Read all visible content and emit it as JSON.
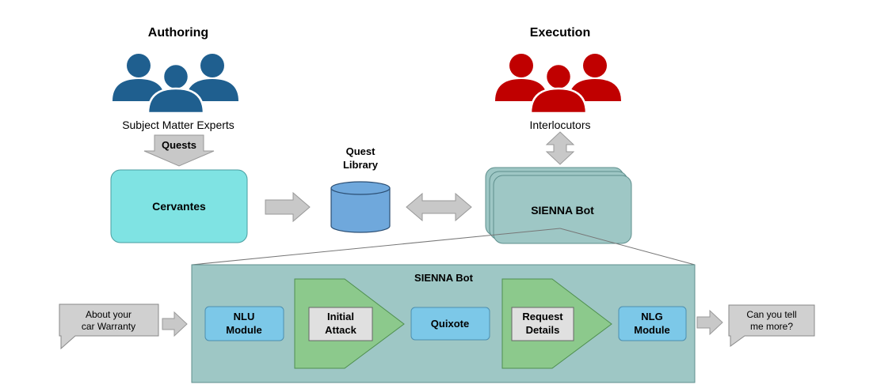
{
  "authoring": {
    "heading": "Authoring",
    "group_label": "Subject Matter Experts",
    "arrow_label": "Quests",
    "tool": "Cervantes"
  },
  "execution": {
    "heading": "Execution",
    "group_label": "Interlocutors"
  },
  "library": {
    "line1": "Quest",
    "line2": "Library"
  },
  "bot": {
    "stack_label": "SIENNA Bot",
    "detail_title": "SIENNA Bot",
    "modules": {
      "nlu_line1": "NLU",
      "nlu_line2": "Module",
      "initial_line1": "Initial",
      "initial_line2": "Attack",
      "quixote": "Quixote",
      "request_line1": "Request",
      "request_line2": "Details",
      "nlg_line1": "NLG",
      "nlg_line2": "Module"
    }
  },
  "dialogue": {
    "input_line1": "About your",
    "input_line2": "car Warranty",
    "output_line1": "Can you tell",
    "output_line2": "me more?"
  },
  "colors": {
    "authors_blue": "#1f5f8f",
    "interlocutors_red": "#c00000",
    "cervantes_cyan": "#7fe3e3",
    "library_blue": "#6fa8dc",
    "bot_teal": "#9ec7c5",
    "module_blue": "#7cc8e8",
    "strategy_green": "#8cc98c",
    "arrow_gray": "#c8c8c8"
  }
}
